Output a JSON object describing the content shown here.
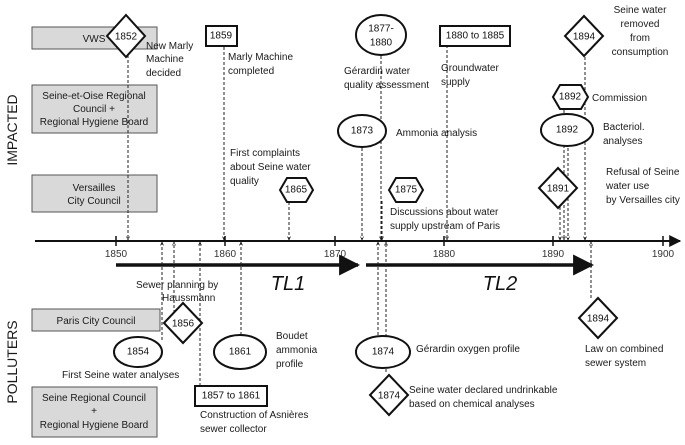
{
  "side_labels": {
    "impacted": "IMPACTED",
    "polluters": "POLLUTERS"
  },
  "actors": {
    "vws": "VWS",
    "seine_oise": [
      "Seine-et-Oise Regional",
      "Council +",
      "Regional Hygiene Board"
    ],
    "versailles": [
      "Versailles",
      "City Council"
    ],
    "paris": "Paris City Council",
    "seine_regional": [
      "Seine Regional Council",
      "+",
      "Regional Hygiene Board"
    ]
  },
  "axis": {
    "ticks": [
      "1850",
      "1860",
      "1870",
      "1880",
      "1890",
      "1900"
    ]
  },
  "timelines": {
    "tl1": "TL1",
    "tl2": "TL2"
  },
  "events": {
    "e1852": {
      "year": "1852",
      "text": [
        "New Marly",
        "Machine",
        "decided"
      ]
    },
    "e1859": {
      "year": "1859",
      "text": [
        "Marly Machine",
        "completed"
      ]
    },
    "e1877": {
      "year": [
        "1877-",
        "1880"
      ],
      "text": [
        "Gérardin water",
        "quality assessment"
      ]
    },
    "e1880": {
      "year": "1880 to 1885",
      "text": [
        "Groundwater",
        "supply"
      ]
    },
    "e1894top": {
      "year": "1894",
      "text": [
        "Seine water",
        "removed",
        "from",
        "consumption"
      ]
    },
    "e1892c": {
      "year": "1892",
      "text": [
        "Commission"
      ]
    },
    "e1873": {
      "year": "1873",
      "text": [
        "Ammonia analysis"
      ]
    },
    "e1892b": {
      "year": "1892",
      "text": [
        "Bacteriol.",
        "analyses"
      ]
    },
    "complaints": {
      "text": [
        "First complaints",
        "about Seine water",
        "quality"
      ]
    },
    "e1865": {
      "year": "1865"
    },
    "e1875": {
      "year": "1875",
      "text": [
        "Discussions about water",
        "supply upstream of Paris"
      ]
    },
    "e1891": {
      "year": "1891",
      "text": [
        "Refusal of Seine",
        "water use",
        "by Versailles city"
      ]
    },
    "sewer_planning": {
      "text": [
        "Sewer planning by",
        "Haussmann"
      ]
    },
    "e1856": {
      "year": "1856"
    },
    "e1854": {
      "year": "1854",
      "text": [
        "First Seine water analyses"
      ]
    },
    "e1861": {
      "year": "1861",
      "text": [
        "Boudet",
        "ammonia",
        "profile"
      ]
    },
    "e1874a": {
      "year": "1874",
      "text": [
        "Gérardin oxygen profile"
      ]
    },
    "e1894b": {
      "year": "1894",
      "text": [
        "Law on combined",
        "sewer system"
      ]
    },
    "e1857": {
      "year": "1857 to 1861",
      "text": [
        "Construction of Asnières",
        "sewer collector"
      ]
    },
    "e1874b": {
      "year": "1874",
      "text": [
        "Seine water declared undrinkable",
        "based on chemical analyses"
      ]
    }
  }
}
